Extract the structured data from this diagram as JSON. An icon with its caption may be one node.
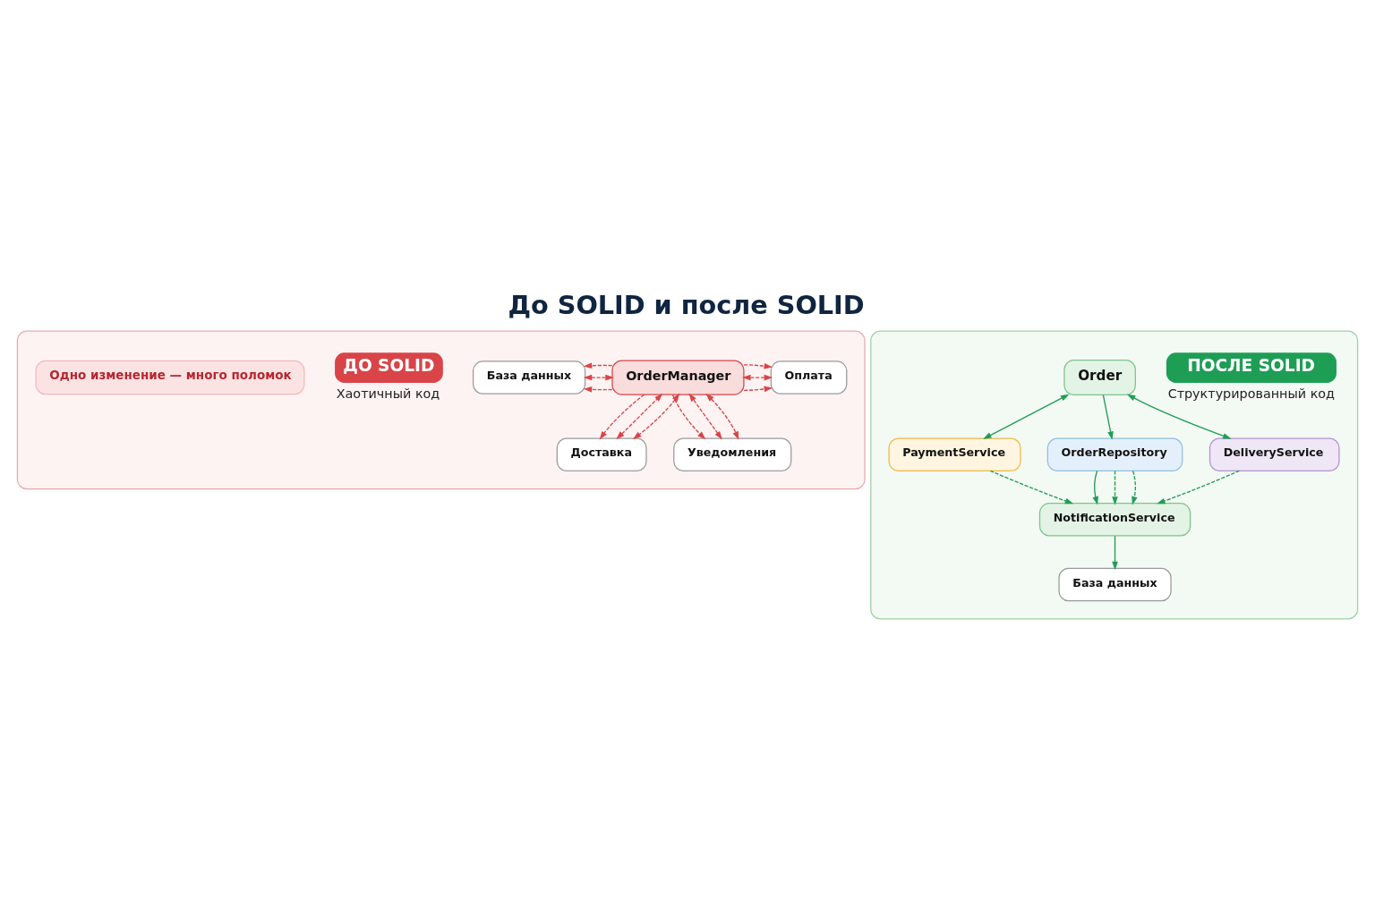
{
  "diagram": {
    "title": "До SOLID и после SOLID",
    "nodes": [
      {
        "text": [],
        "shape": "box"
      },
      {
        "text": [
          "ДО SOLID"
        ],
        "beside": [
          "Хаотичный код"
        ],
        "in": 0
      },
      {
        "text": [
          "Оплата"
        ],
        "in": 0
      },
      {
        "text": [
          "OrderManager"
        ],
        "in": 0
      },
      {
        "text": [
          "База данных"
        ],
        "in": 0
      },
      {
        "text": [
          "Доставка"
        ],
        "in": 0
      },
      {
        "text": [
          "Уведомления"
        ],
        "in": 0
      },
      {
        "text": [
          "Одно изменение — много поломок"
        ],
        "in": 0
      },
      {
        "text": [],
        "shape": "box"
      },
      {
        "text": [
          "ПОСЛЕ SOLID"
        ],
        "beside": [
          "Структурированный код"
        ],
        "in": 8
      },
      {
        "text": [
          "Order"
        ],
        "in": 8
      },
      {
        "text": [
          "PaymentService"
        ],
        "in": 8
      },
      {
        "text": [
          "OrderRepository"
        ],
        "in": 8
      },
      {
        "text": [
          "DeliveryService"
        ],
        "in": 8
      },
      {
        "text": [
          "NotificationService"
        ],
        "in": 8
      },
      {
        "text": [
          "База данных"
        ],
        "in": 8
      }
    ],
    "edges": [
      {
        "from": 3,
        "to": 2,
        "arrow": "to",
        "style": "dashed",
        "color": "#d94448"
      },
      {
        "from": 2,
        "to": 3,
        "arrow": "both",
        "style": "dashed",
        "color": "#d94448"
      },
      {
        "from": 3,
        "to": 4,
        "arrow": "to",
        "style": "dashed",
        "color": "#d94448"
      },
      {
        "from": 4,
        "to": 3,
        "arrow": "both",
        "style": "dashed",
        "color": "#d94448"
      },
      {
        "from": 3,
        "to": 2,
        "arrow": "to",
        "style": "dashed",
        "color": "#d94448"
      },
      {
        "from": 3,
        "to": 5,
        "arrow": "to",
        "style": "dashed",
        "color": "#d94448"
      },
      {
        "from": 3,
        "to": 4,
        "arrow": "to",
        "style": "dashed",
        "color": "#d94448"
      },
      {
        "from": 3,
        "to": 6,
        "arrow": "to",
        "style": "dashed",
        "color": "#d94448"
      },
      {
        "from": 5,
        "to": 3,
        "arrow": "both",
        "style": "dashed",
        "color": "#d94448"
      },
      {
        "from": 6,
        "to": 3,
        "arrow": "both",
        "style": "dashed",
        "color": "#d94448"
      },
      {
        "from": 3,
        "to": 6,
        "arrow": "both",
        "style": "dashed",
        "color": "#d94448"
      },
      {
        "from": 3,
        "to": 5,
        "arrow": "both",
        "style": "dashed",
        "color": "#d94448"
      },
      {
        "from": 10,
        "to": 11,
        "arrow": "both",
        "color": "#1e9e55"
      },
      {
        "from": 10,
        "to": 12,
        "arrow": "to",
        "color": "#1e9e55"
      },
      {
        "from": 10,
        "to": 13,
        "arrow": "both",
        "color": "#1e9e55"
      },
      {
        "from": 12,
        "to": 14,
        "arrow": "to",
        "color": "#1e9e55"
      },
      {
        "from": 11,
        "to": 14,
        "arrow": "to",
        "style": "dashed",
        "color": "#1e9e55"
      },
      {
        "from": 12,
        "to": 14,
        "arrow": "to",
        "style": "dashed",
        "color": "#1e9e55"
      },
      {
        "from": 12,
        "to": 14,
        "arrow": "to",
        "style": "dashed",
        "color": "#1e9e55"
      },
      {
        "from": 13,
        "to": 14,
        "arrow": "to",
        "style": "dashed",
        "color": "#1e9e55"
      },
      {
        "from": 14,
        "to": 15,
        "arrow": "to",
        "color": "#1e9e55"
      }
    ]
  }
}
